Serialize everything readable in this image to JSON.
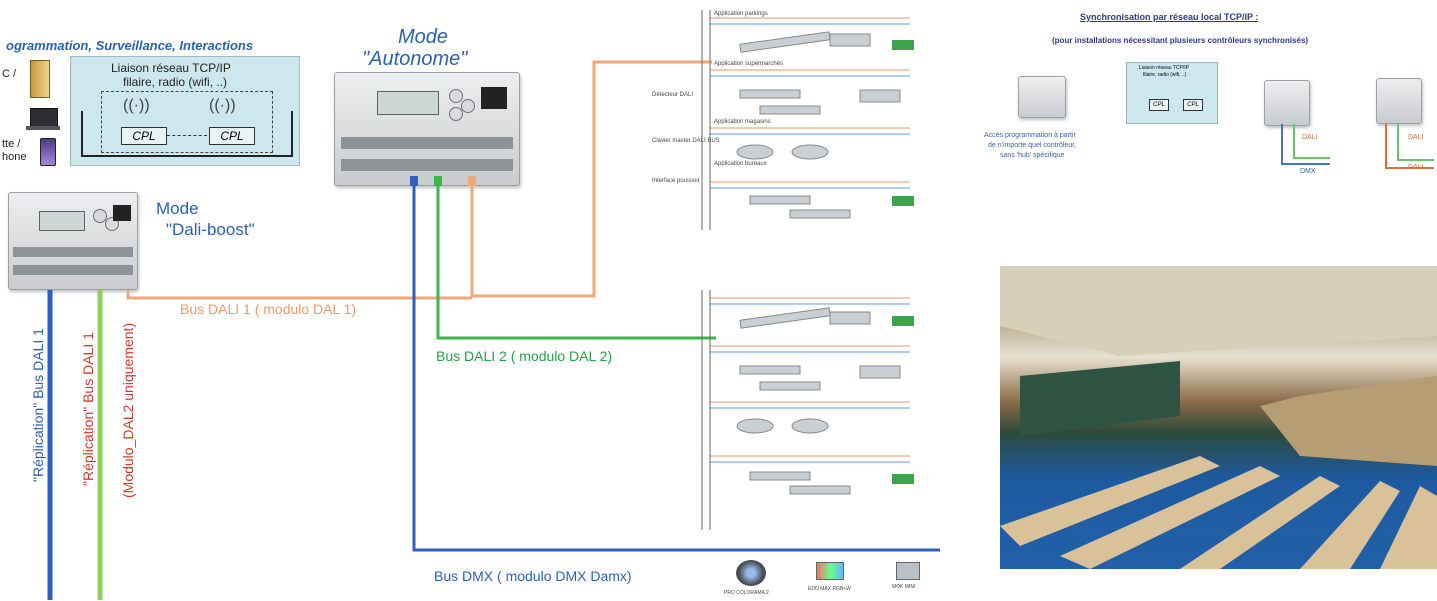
{
  "top_left_panel": {
    "title": "ogrammation, Surveillance, Interactions",
    "link_title_line1": "Liaison réseau TCP/IP",
    "link_title_line2": "filaire, radio (wifi, ..)",
    "cpl_left": "CPL",
    "cpl_right": "CPL",
    "left_label_1": "C /",
    "left_label_2": "tte /",
    "left_label_3": "hone"
  },
  "mode_autonome": {
    "line1": "Mode",
    "line2": "\"Autonome\""
  },
  "mode_daliboost": {
    "line1": "Mode",
    "line2": "\"Dali-boost\""
  },
  "bus_labels": {
    "dali1": "Bus DALI 1 ( modulo DAL 1)",
    "dali2": "Bus DALI 2 ( modulo DAL 2)",
    "dmx": "Bus DMX ( modulo DMX Damx)"
  },
  "vertical_labels": {
    "replication_dali1": "\"Réplication\" Bus DALI 1",
    "replication_dali1_green": "\"Réplication\" Bus DALI 1",
    "modulo_dal2": "(Modulo_DAL2 uniquement)"
  },
  "applications": [
    "Application parkings",
    "Application supermarchés",
    "Application magasins",
    "Application bureaux"
  ],
  "side_notes": [
    "Détecteur DALI",
    "Clavier master DALI BUS",
    "Interface poussoir"
  ],
  "sync_panel": {
    "title": "Synchronisation par réseau local TCP/IP :",
    "subtitle": "(pour installations nécessitant plusieurs contrôleurs synchronisés)",
    "desc_line1": "Accès programmation à partir",
    "desc_line2": "de n'importe quel contrôleur,",
    "desc_line3": "sans 'hub' spécifique",
    "link_line1": "Liaison réseau TCP/IP",
    "link_line2": "filaire, radio (wifi, ..)",
    "cpl": "CPL",
    "dali_a": "DALI",
    "dmx": "DMX",
    "dali_b": "DALI",
    "dali_c": "DALI"
  },
  "dmx_products": [
    "PRO COLORAMA 2",
    "EDO MAX RGB+W",
    "MOK MINI"
  ],
  "colors": {
    "dali1": "#f0a87a",
    "dali2": "#3cb54a",
    "dmx": "#2f5fbf",
    "replication_green": "#8ccf5a",
    "title_blue": "#2a62b3"
  }
}
